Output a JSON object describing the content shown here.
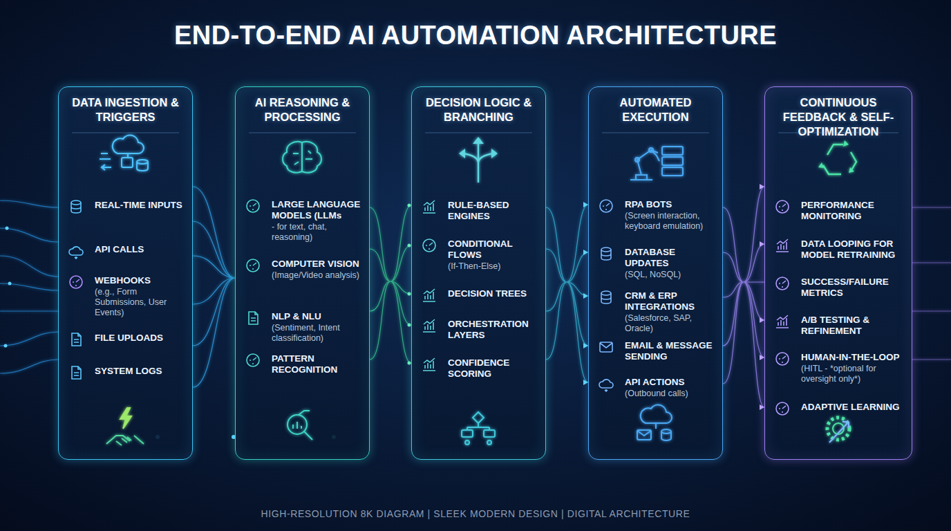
{
  "diagram": {
    "title": "END-TO-END AI AUTOMATION ARCHITECTURE",
    "caption": "HIGH-RESOLUTION 8K DIAGRAM | SLEEK MODERN DESIGN | DIGITAL ARCHITECTURE",
    "nodes": [
      {
        "text": [
          "DATA INGESTION & TRIGGERS",
          "REAL-TIME INPUTS",
          "API CALLS",
          "WEBHOOKS",
          "(e.g., Form Submissions, User Events)",
          "FILE UPLOADS",
          "SYSTEM LOGS"
        ]
      },
      {
        "text": [
          "AI REASONING & PROCESSING",
          "LARGE LANGUAGE MODELS (LLMs",
          "- for text, chat, reasoning)",
          "COMPUTER VISION",
          "(Image/Video analysis)",
          "NLP & NLU",
          "(Sentiment, Intent classification)",
          "PATTERN RECOGNITION"
        ]
      },
      {
        "text": [
          "DECISION LOGIC & BRANCHING",
          "RULE-BASED ENGINES",
          "CONDITIONAL FLOWS",
          "(If-Then-Else)",
          "DECISION TREES",
          "ORCHESTRATION LAYERS",
          "CONFIDENCE SCORING"
        ]
      },
      {
        "text": [
          "AUTOMATED EXECUTION",
          "RPA BOTS",
          "(Screen interaction, keyboard emulation)",
          "DATABASE UPDATES",
          "(SQL, NoSQL)",
          "CRM & ERP INTEGRATIONS",
          "(Salesforce, SAP, Oracle)",
          "EMAIL & MESSAGE SENDING",
          "API ACTIONS",
          "(Outbound calls)"
        ]
      },
      {
        "text": [
          "CONTINUOUS FEEDBACK & SELF-OPTIMIZATION",
          "PERFORMANCE MONITORING",
          "DATA LOOPING FOR MODEL RETRAINING",
          "SUCCESS/FAILURE METRICS",
          "A/B TESTING & REFINEMENT",
          "HUMAN-IN-THE-LOOP",
          "(HITL - *optional for oversight only*)",
          "ADAPTIVE LEARNING"
        ]
      }
    ],
    "edges": [
      {
        "from": 0,
        "to": 1,
        "arrow": "to"
      },
      {
        "from": 1,
        "to": 2,
        "arrow": "to"
      },
      {
        "from": 2,
        "to": 3,
        "arrow": "to"
      },
      {
        "from": 3,
        "to": 4,
        "arrow": "to"
      }
    ]
  }
}
